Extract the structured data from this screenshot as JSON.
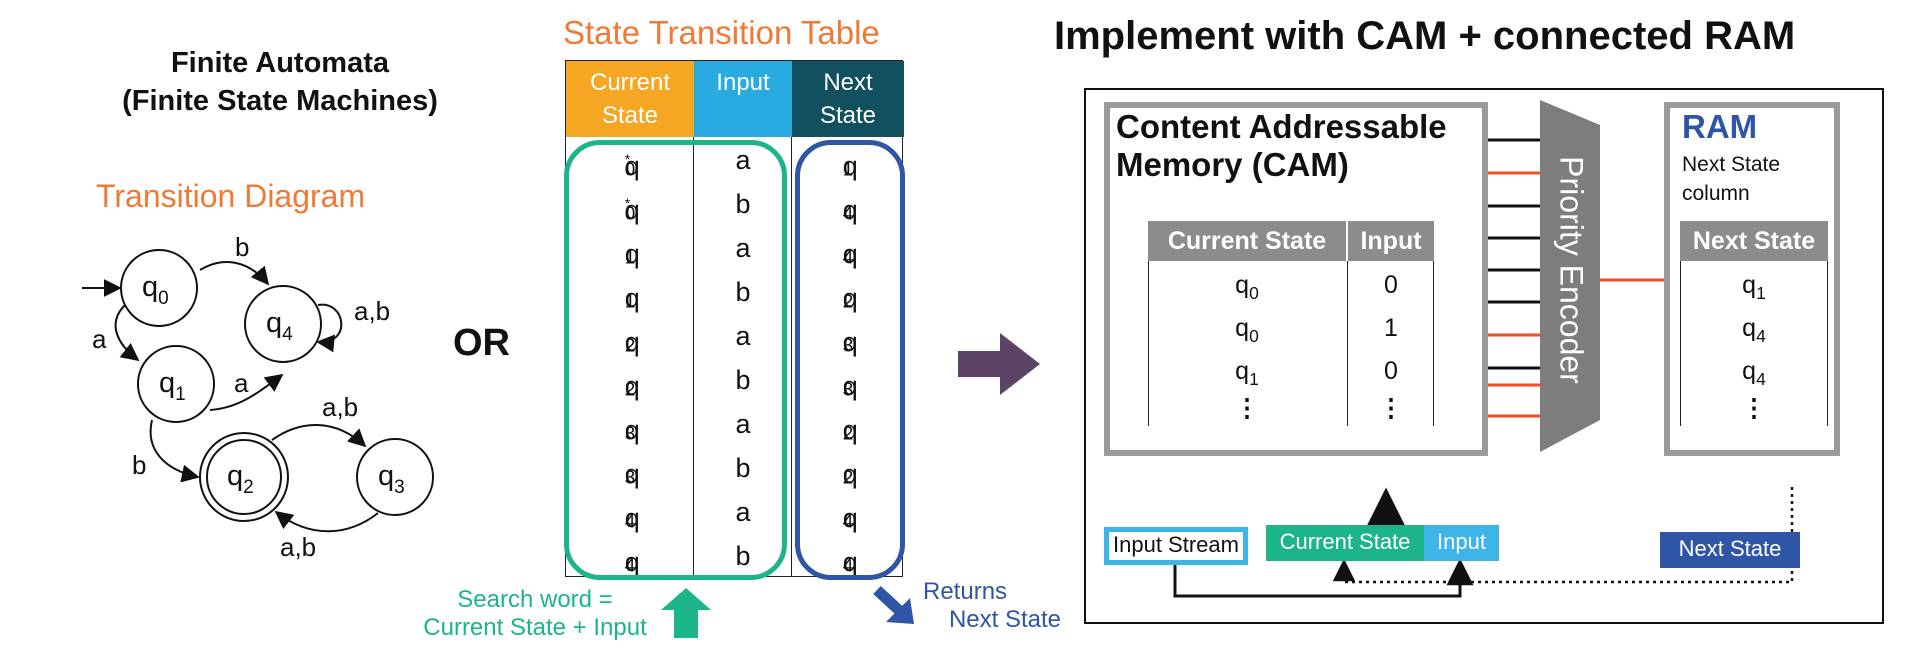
{
  "left": {
    "title_line1": "Finite Automata",
    "title_line2": "(Finite State Machines)",
    "diagram_title": "Transition Diagram",
    "states": [
      {
        "name": "q",
        "sub": "0"
      },
      {
        "name": "q",
        "sub": "1"
      },
      {
        "name": "q",
        "sub": "2"
      },
      {
        "name": "q",
        "sub": "3"
      },
      {
        "name": "q",
        "sub": "4"
      }
    ],
    "edge_labels": {
      "q0_q4": "b",
      "q0_q1": "a",
      "q1_q4": "a",
      "q1_q2": "b",
      "q4_loop": "a,b",
      "q2_q3": "a,b",
      "q3_q2": "a,b"
    },
    "or_label": "OR"
  },
  "stt": {
    "title": "State Transition Table",
    "headers": [
      {
        "line1": "Current",
        "line2": "State",
        "color": "#F5A623"
      },
      {
        "line1": "Input",
        "line2": "",
        "color": "#29ABE2"
      },
      {
        "line1": "Next",
        "line2": "State",
        "color": "#11505E"
      }
    ],
    "rows": [
      {
        "cs": "q",
        "cs_sub": "0",
        "mark": "*",
        "input": "a",
        "ns": "q",
        "ns_sub": "1"
      },
      {
        "cs": "q",
        "cs_sub": "0",
        "mark": "*",
        "input": "b",
        "ns": "q",
        "ns_sub": "4"
      },
      {
        "cs": "q",
        "cs_sub": "1",
        "mark": "",
        "input": "a",
        "ns": "q",
        "ns_sub": "4"
      },
      {
        "cs": "q",
        "cs_sub": "1",
        "mark": "",
        "input": "b",
        "ns": "q",
        "ns_sub": "2"
      },
      {
        "cs": "q",
        "cs_sub": "2",
        "mark": "",
        "input": "a",
        "ns": "q",
        "ns_sub": "3"
      },
      {
        "cs": "q",
        "cs_sub": "2",
        "mark": "",
        "input": "b",
        "ns": "q",
        "ns_sub": "3"
      },
      {
        "cs": "q",
        "cs_sub": "3",
        "mark": "",
        "input": "a",
        "ns": "q",
        "ns_sub": "2"
      },
      {
        "cs": "q",
        "cs_sub": "3",
        "mark": "",
        "input": "b",
        "ns": "q",
        "ns_sub": "2"
      },
      {
        "cs": "q",
        "cs_sub": "4",
        "mark": "",
        "input": "a",
        "ns": "q",
        "ns_sub": "4"
      },
      {
        "cs": "q",
        "cs_sub": "4",
        "mark": "",
        "input": "b",
        "ns": "q",
        "ns_sub": "4"
      }
    ],
    "search_word_line1": "Search word =",
    "search_word_line2": "Current State + Input",
    "returns_line1": "Returns",
    "returns_line2": "Next State"
  },
  "impl": {
    "title": "Implement with CAM + connected RAM",
    "cam_title_line1": "Content Addressable",
    "cam_title_line2": "Memory (CAM)",
    "cam_headers": [
      "Current State",
      "Input"
    ],
    "cam_rows": [
      {
        "cs": "q",
        "cs_sub": "0",
        "input": "0"
      },
      {
        "cs": "q",
        "cs_sub": "0",
        "input": "1"
      },
      {
        "cs": "q",
        "cs_sub": "1",
        "input": "0"
      }
    ],
    "ellipsis": "⋮",
    "priority_encoder": "Priority Encoder",
    "ram_title": "RAM",
    "ram_sub_line1": "Next State",
    "ram_sub_line2": "column",
    "ram_header": "Next State",
    "ram_rows": [
      {
        "ns": "q",
        "ns_sub": "1"
      },
      {
        "ns": "q",
        "ns_sub": "4"
      },
      {
        "ns": "q",
        "ns_sub": "4"
      }
    ],
    "input_stream": "Input Stream",
    "current_state": "Current State",
    "input": "Input",
    "next_state": "Next State"
  },
  "colors": {
    "orange_title": "#F07A33",
    "green": "#1CB58A",
    "blue": "#2F55A6",
    "light_blue": "#3DB5E9",
    "match_line_red": "#F04E23",
    "arrow_purple": "#5B4466",
    "gray": "#8C8C8C"
  }
}
